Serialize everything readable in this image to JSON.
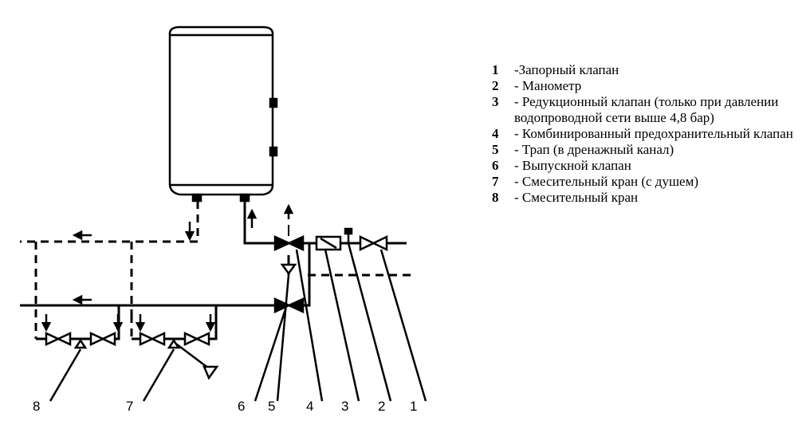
{
  "diagram": {
    "callout_numbers": [
      "8",
      "7",
      "6",
      "5",
      "4",
      "3",
      "2",
      "1"
    ]
  },
  "legend": {
    "items": [
      {
        "num": "1",
        "text": "-Запорный клапан"
      },
      {
        "num": "2",
        "text": "- Манометр"
      },
      {
        "num": "3",
        "text": "- Редукционный клапан (только при давлении водопроводной сети выше 4,8 бар)"
      },
      {
        "num": "4",
        "text": "- Комбинированный предохранительный клапан"
      },
      {
        "num": "5",
        "text": "- Трап (в дренажный канал)"
      },
      {
        "num": "6",
        "text": "- Выпускной клапан"
      },
      {
        "num": "7",
        "text": "- Смесительный кран (с душем)"
      },
      {
        "num": "8",
        "text": "- Смесительный кран"
      }
    ]
  }
}
